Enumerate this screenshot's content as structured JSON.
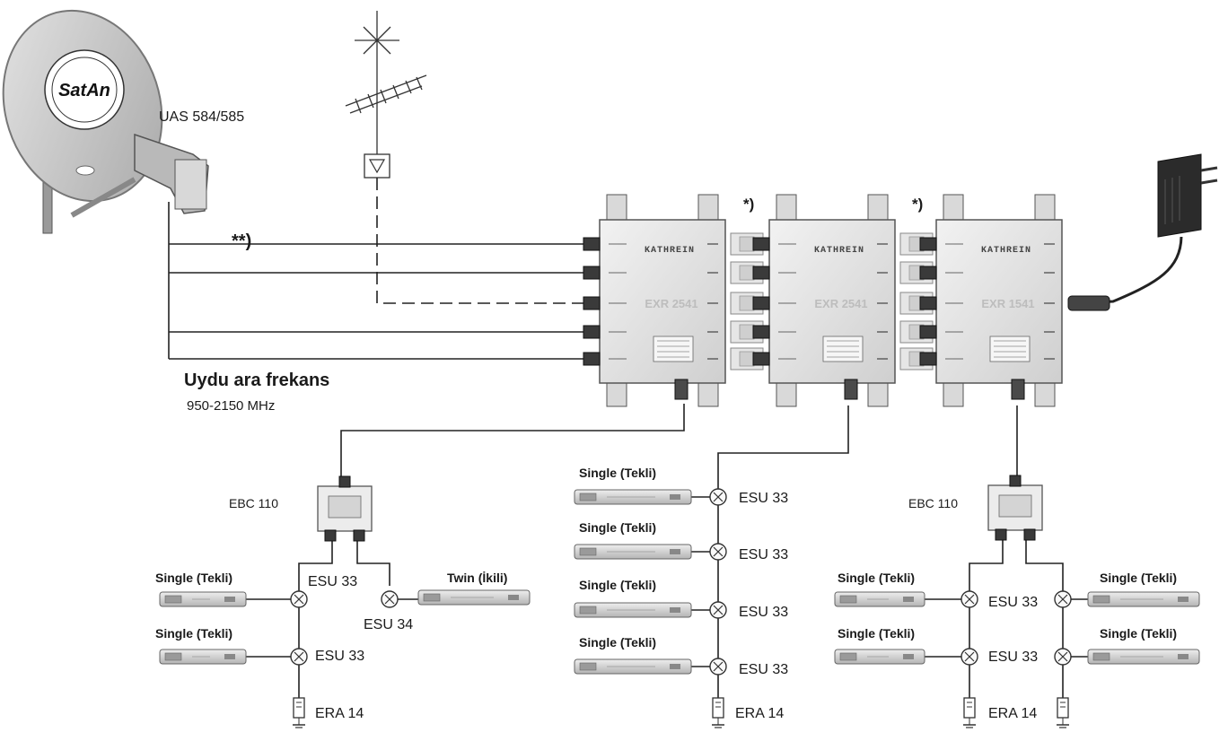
{
  "dish": {
    "brand": "SatAn",
    "model": "UAS 584/585"
  },
  "note_double": "**)",
  "note_single": "*)",
  "multiswitches": [
    {
      "brand": "KATHREIN",
      "model": "EXR 2541"
    },
    {
      "brand": "KATHREIN",
      "model": "EXR 2541"
    },
    {
      "brand": "KATHREIN",
      "model": "EXR 1541"
    }
  ],
  "sat_if": {
    "title": "Uydu ara frekans",
    "range": "950-2150 MHz"
  },
  "components": {
    "ebc": "EBC 110",
    "esu33": "ESU 33",
    "esu34": "ESU 34",
    "era14": "ERA 14"
  },
  "receivers": {
    "single": "Single (Tekli)",
    "twin": "Twin (İkili)"
  }
}
